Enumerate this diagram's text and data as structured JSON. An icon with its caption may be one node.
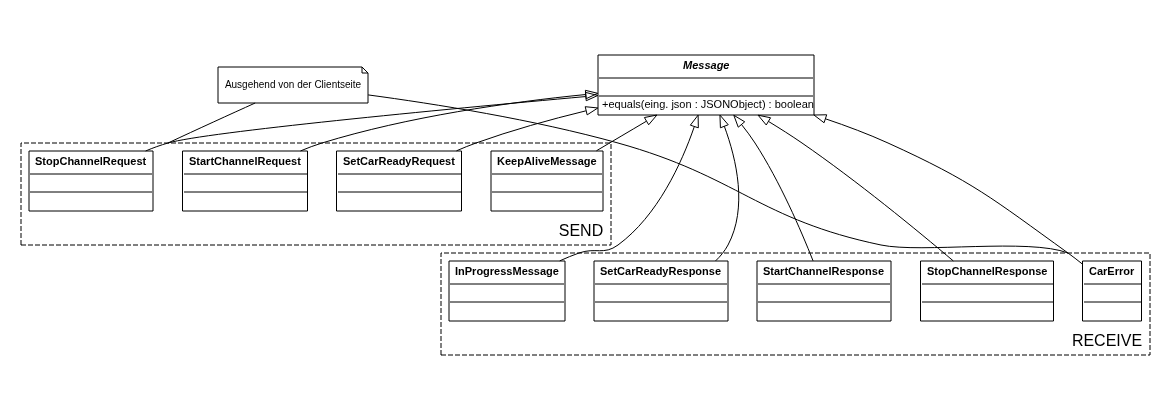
{
  "diagram": {
    "nodes": [
      {
        "text": [
          "Message",
          "+equals(eing. json : JSONObject) : boolean"
        ]
      },
      {
        "text": [
          "Ausgehend von der Clientseite"
        ]
      },
      {
        "text": [
          "SEND"
        ]
      },
      {
        "text": [
          "KeepAliveMessage"
        ],
        "in": 2
      },
      {
        "text": [
          "SetCarReadyRequest"
        ],
        "in": 2
      },
      {
        "text": [
          "StartChannelRequest"
        ],
        "in": 2
      },
      {
        "text": [
          "StopChannelRequest"
        ],
        "in": 2
      },
      {
        "text": [
          "RECEIVE"
        ]
      },
      {
        "text": [
          "InProgressMessage"
        ],
        "in": 7
      },
      {
        "text": [
          "SetCarReadyResponse"
        ],
        "in": 7
      },
      {
        "text": [
          "StartChannelResponse"
        ],
        "in": 7
      },
      {
        "text": [
          "StopChannelResponse"
        ],
        "in": 7
      },
      {
        "text": [
          "CarError"
        ],
        "in": 7
      }
    ],
    "edges": [
      {
        "from": 3,
        "to": 0,
        "arrow": "to"
      },
      {
        "from": 4,
        "to": 0,
        "arrow": "to"
      },
      {
        "from": 5,
        "to": 0,
        "arrow": "to"
      },
      {
        "from": 6,
        "to": 0,
        "arrow": "to"
      },
      {
        "from": 8,
        "to": 0,
        "arrow": "to"
      },
      {
        "from": 9,
        "to": 0,
        "arrow": "to"
      },
      {
        "from": 10,
        "to": 0,
        "arrow": "to"
      },
      {
        "from": 11,
        "to": 0,
        "arrow": "to"
      },
      {
        "from": 12,
        "to": 0,
        "arrow": "to"
      },
      {
        "from": 1,
        "to": 2,
        "arrow": "none"
      },
      {
        "from": 1,
        "to": 7,
        "arrow": "none"
      }
    ]
  }
}
